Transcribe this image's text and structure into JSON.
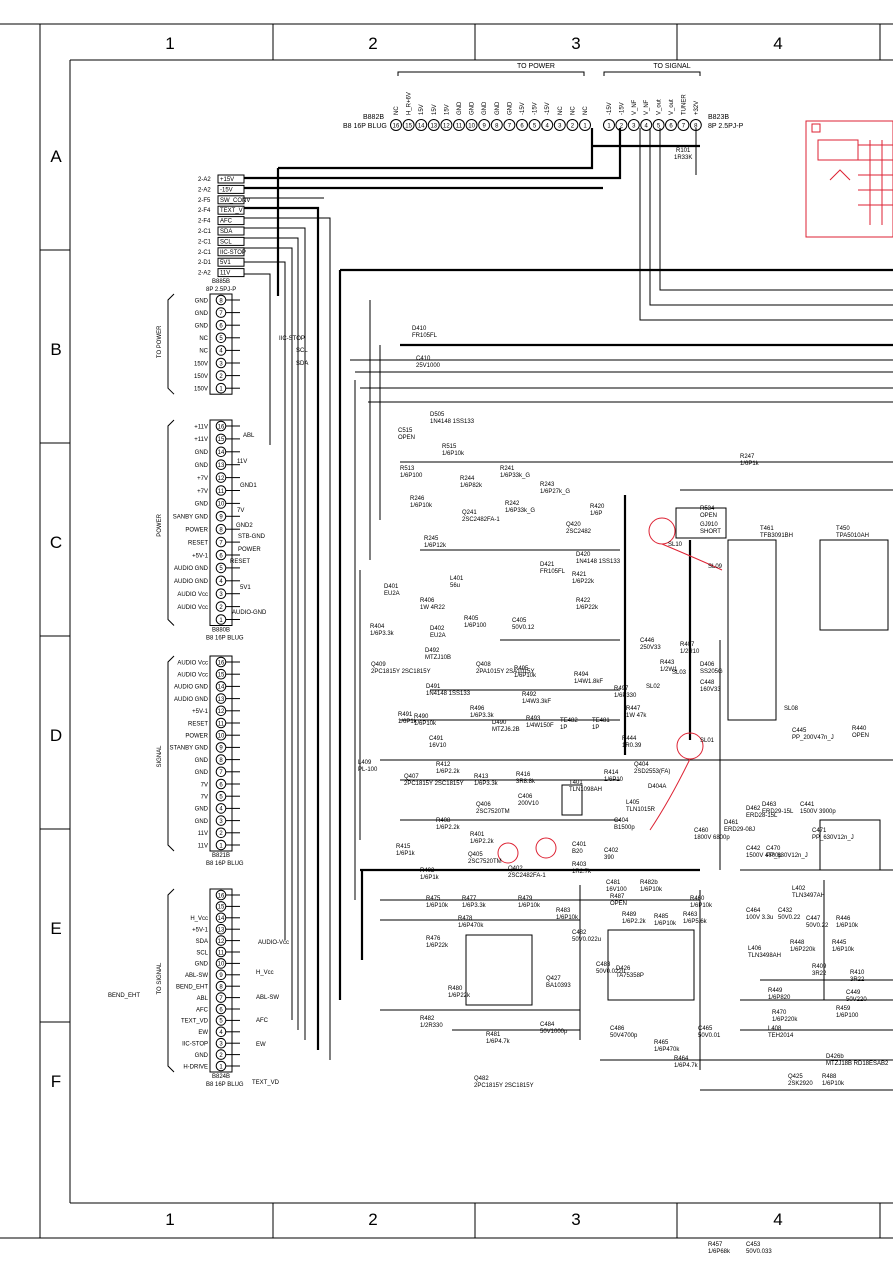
{
  "sheet": {
    "cols": [
      "1",
      "2",
      "3",
      "4"
    ],
    "rows": [
      "A",
      "B",
      "C",
      "D",
      "E",
      "F"
    ],
    "side_label": "BEND_EHT"
  },
  "top": {
    "to_power": "TO POWER",
    "to_signal": "TO SIGNAL",
    "b882b_name": "B882B",
    "b882b_type": "B8 16P BLUG",
    "b823b_name": "B823B",
    "b823b_type": "8P 2.5PJ-P",
    "b882b_pins": [
      "16",
      "15",
      "14",
      "13",
      "12",
      "11",
      "10",
      "9",
      "8",
      "7",
      "6",
      "5",
      "4",
      "3",
      "2",
      "1"
    ],
    "b882b_sigs": [
      "NC",
      "H_R+6V",
      "15V",
      "15V",
      "15V",
      "GND",
      "GND",
      "GND",
      "GND",
      "GND",
      "-15V",
      "-15V",
      "-15V",
      "NC",
      "NC",
      "NC"
    ],
    "b823b_pins": [
      "1",
      "2",
      "3",
      "4",
      "5",
      "6",
      "7",
      "8"
    ],
    "b823b_sigs": [
      "-15V",
      "-15V",
      "V_NF",
      "V_NF",
      "V_out",
      "V_out",
      "TUNER",
      "+32V"
    ],
    "r101": "R101",
    "r101_val": "1R33K"
  },
  "left_bus": [
    {
      "ref": "2-A2",
      "sig": "+15V"
    },
    {
      "ref": "2-A2",
      "sig": "-15V"
    },
    {
      "ref": "2-F5",
      "sig": "SW_CONV"
    },
    {
      "ref": "2-F4",
      "sig": "TEXT_V"
    },
    {
      "ref": "2-F4",
      "sig": "AFC"
    },
    {
      "ref": "2-C1",
      "sig": "SDA"
    },
    {
      "ref": "2-C1",
      "sig": "SCL"
    },
    {
      "ref": "2-C1",
      "sig": "IIC-STOP"
    },
    {
      "ref": "2-D1",
      "sig": "5V1"
    },
    {
      "ref": "2-A2",
      "sig": "11V"
    }
  ],
  "connectors": [
    {
      "name": "B885B",
      "type": "8P 2.5PJ-P",
      "side": "TO POWER",
      "pins": [
        {
          "n": "8",
          "s": "GND"
        },
        {
          "n": "7",
          "s": "GND"
        },
        {
          "n": "6",
          "s": "GND"
        },
        {
          "n": "5",
          "s": "NC"
        },
        {
          "n": "4",
          "s": "NC"
        },
        {
          "n": "3",
          "s": "150V"
        },
        {
          "n": "2",
          "s": "150V"
        },
        {
          "n": "1",
          "s": "150V"
        }
      ]
    },
    {
      "name": "B880B",
      "type": "B8 16P BLUG",
      "side": "POWER",
      "pins": [
        {
          "n": "16",
          "s": "+11V"
        },
        {
          "n": "15",
          "s": "+11V"
        },
        {
          "n": "14",
          "s": "GND"
        },
        {
          "n": "13",
          "s": "GND"
        },
        {
          "n": "12",
          "s": "+7V"
        },
        {
          "n": "11",
          "s": "+7V"
        },
        {
          "n": "10",
          "s": "GND"
        },
        {
          "n": "9",
          "s": "SANBY GND"
        },
        {
          "n": "8",
          "s": "POWER"
        },
        {
          "n": "7",
          "s": "RESET"
        },
        {
          "n": "6",
          "s": "+5V-1"
        },
        {
          "n": "5",
          "s": "AUDIO GND"
        },
        {
          "n": "4",
          "s": "AUDIO GND"
        },
        {
          "n": "3",
          "s": "AUDIO Vcc"
        },
        {
          "n": "2",
          "s": "AUDIO Vcc"
        },
        {
          "n": "1",
          "s": ""
        }
      ]
    },
    {
      "name": "B821B",
      "type": "B8 16P BLUG",
      "side": "SIGNAL",
      "pins": [
        {
          "n": "16",
          "s": "AUDIO Vcc"
        },
        {
          "n": "15",
          "s": "AUDIO Vcc"
        },
        {
          "n": "14",
          "s": "AUDIO GND"
        },
        {
          "n": "13",
          "s": "AUDIO GND"
        },
        {
          "n": "12",
          "s": "+5V-1"
        },
        {
          "n": "11",
          "s": "RESET"
        },
        {
          "n": "10",
          "s": "POWER"
        },
        {
          "n": "9",
          "s": "STANBY GND"
        },
        {
          "n": "8",
          "s": "GND"
        },
        {
          "n": "7",
          "s": "GND"
        },
        {
          "n": "6",
          "s": "7V"
        },
        {
          "n": "5",
          "s": "7V"
        },
        {
          "n": "4",
          "s": "GND"
        },
        {
          "n": "3",
          "s": "GND"
        },
        {
          "n": "2",
          "s": "11V"
        },
        {
          "n": "1",
          "s": "11V"
        }
      ]
    },
    {
      "name": "B824B",
      "type": "B8 16P BLUG",
      "side": "TO SIGNAL",
      "pins": [
        {
          "n": "16",
          "s": ""
        },
        {
          "n": "15",
          "s": ""
        },
        {
          "n": "14",
          "s": "H_Vcc"
        },
        {
          "n": "13",
          "s": "+5V-1"
        },
        {
          "n": "12",
          "s": "SDA"
        },
        {
          "n": "11",
          "s": "SCL"
        },
        {
          "n": "10",
          "s": "GND"
        },
        {
          "n": "9",
          "s": "ABL-SW"
        },
        {
          "n": "8",
          "s": "BEND_EHT"
        },
        {
          "n": "7",
          "s": "ABL"
        },
        {
          "n": "6",
          "s": "AFC"
        },
        {
          "n": "5",
          "s": "TEXT_VD"
        },
        {
          "n": "4",
          "s": "EW"
        },
        {
          "n": "3",
          "s": "IIC-STOP"
        },
        {
          "n": "2",
          "s": "GND"
        },
        {
          "n": "1",
          "s": "H-DRIVE"
        }
      ]
    }
  ],
  "nets": [
    "IIC-STOP",
    "SCL",
    "SDA",
    "ABL",
    "11V",
    "GND1",
    "7V",
    "GND2",
    "STB-GND",
    "POWER",
    "RESET",
    "5V1",
    "AUDIO-GND",
    "AUDIO-Vcc",
    "H_Vcc",
    "ABL-SW",
    "AFC",
    "EW",
    "TEXT_VD"
  ],
  "components": [
    {
      "ref": "D410",
      "val": "FR105FL"
    },
    {
      "ref": "C410",
      "val": "25V1000"
    },
    {
      "ref": "D505",
      "val": "1N4148 1SS133"
    },
    {
      "ref": "C515",
      "val": "OPEN"
    },
    {
      "ref": "R515",
      "val": "1/6P10k"
    },
    {
      "ref": "R513",
      "val": "1/6P100"
    },
    {
      "ref": "R241",
      "val": "1/6P33k_G"
    },
    {
      "ref": "R244",
      "val": "1/6P82k"
    },
    {
      "ref": "R243",
      "val": "1/6P27k_G"
    },
    {
      "ref": "R242",
      "val": "1/6P33k_G"
    },
    {
      "ref": "R246",
      "val": "1/6P10k"
    },
    {
      "ref": "Q241",
      "val": "2SC2482FA-1"
    },
    {
      "ref": "R245",
      "val": "1/6P12k"
    },
    {
      "ref": "Q420",
      "val": "2SC2482"
    },
    {
      "ref": "D420",
      "val": "1N4148 1SS133"
    },
    {
      "ref": "D421",
      "val": "FR105FL"
    },
    {
      "ref": "R421",
      "val": "1/6P22k"
    },
    {
      "ref": "R422",
      "val": "1/6P22k"
    },
    {
      "ref": "R420",
      "val": "1/6P"
    },
    {
      "ref": "R247",
      "val": "1/6P1k"
    },
    {
      "ref": "R534",
      "val": "OPEN"
    },
    {
      "ref": "GJ910",
      "val": "SHORT"
    },
    {
      "ref": "T461",
      "val": "TFB3091BH"
    },
    {
      "ref": "T450",
      "val": "TPA5010AH"
    },
    {
      "ref": "SL10",
      "val": ""
    },
    {
      "ref": "SL09",
      "val": ""
    },
    {
      "ref": "D401",
      "val": "EU2A"
    },
    {
      "ref": "R406",
      "val": "1W 4R22"
    },
    {
      "ref": "L401",
      "val": "56u"
    },
    {
      "ref": "D402",
      "val": "EU2A"
    },
    {
      "ref": "R404",
      "val": "1/6P3.3k"
    },
    {
      "ref": "R405",
      "val": "1/6P100"
    },
    {
      "ref": "C405",
      "val": "50V0.12"
    },
    {
      "ref": "R407",
      "val": "1/2R10"
    },
    {
      "ref": "C446",
      "val": "250V33"
    },
    {
      "ref": "R443",
      "val": "1/2W1"
    },
    {
      "ref": "D406",
      "val": "SS205G"
    },
    {
      "ref": "SL03",
      "val": ""
    },
    {
      "ref": "C448",
      "val": "160V33"
    },
    {
      "ref": "SL02",
      "val": ""
    },
    {
      "ref": "R447",
      "val": "1W 47k"
    },
    {
      "ref": "R444",
      "val": "1R0.39"
    },
    {
      "ref": "SL08",
      "val": ""
    },
    {
      "ref": "C445",
      "val": "PP_200V47n_J"
    },
    {
      "ref": "R440",
      "val": "OPEN"
    },
    {
      "ref": "SL01",
      "val": ""
    },
    {
      "ref": "D492",
      "val": "MTZJ10B"
    },
    {
      "ref": "Q409",
      "val": "2PC1815Y 2SC1815Y"
    },
    {
      "ref": "Q408",
      "val": "2PA1015Y 2SA1015Y"
    },
    {
      "ref": "R495",
      "val": "1/6P10k"
    },
    {
      "ref": "R494",
      "val": "1/4W1.8kF"
    },
    {
      "ref": "R497",
      "val": "1/6P330"
    },
    {
      "ref": "D491",
      "val": "1N4148 1SS133"
    },
    {
      "ref": "R491",
      "val": "1/6P1k"
    },
    {
      "ref": "R490",
      "val": "1/6P10k"
    },
    {
      "ref": "C491",
      "val": "16V10"
    },
    {
      "ref": "R496",
      "val": "1/6P3.3k"
    },
    {
      "ref": "R492",
      "val": "1/4W3.3kF"
    },
    {
      "ref": "R493",
      "val": "1/4W150F"
    },
    {
      "ref": "D490",
      "val": "MTZJ6.2B"
    },
    {
      "ref": "TE482",
      "val": "1P"
    },
    {
      "ref": "TE481",
      "val": "1P"
    },
    {
      "ref": "L409",
      "val": "PL-100"
    },
    {
      "ref": "R412",
      "val": "1/6P2.2k"
    },
    {
      "ref": "R413",
      "val": "1/6P3.3k"
    },
    {
      "ref": "R416",
      "val": "3R8.8k"
    },
    {
      "ref": "C406",
      "val": "200V10"
    },
    {
      "ref": "R414",
      "val": "1/6P10"
    },
    {
      "ref": "T401",
      "val": "TLN1098AH"
    },
    {
      "ref": "Q404",
      "val": "2SD2553(FA)"
    },
    {
      "ref": "D404A",
      "val": ""
    },
    {
      "ref": "L405",
      "val": "TLN1015R"
    },
    {
      "ref": "C404",
      "val": "B1500p"
    },
    {
      "ref": "Q407",
      "val": "2PC1815Y 2SC1815Y"
    },
    {
      "ref": "Q406",
      "val": "2SC7520TM"
    },
    {
      "ref": "R408",
      "val": "1/6P2.2k"
    },
    {
      "ref": "R401",
      "val": "1/6P2.2k"
    },
    {
      "ref": "R415",
      "val": "1/6P1k"
    },
    {
      "ref": "Q405",
      "val": "2SC7520TM"
    },
    {
      "ref": "Q402",
      "val": "2SC2482FA-1"
    },
    {
      "ref": "C401",
      "val": "B20"
    },
    {
      "ref": "R403",
      "val": "1R2.7k"
    },
    {
      "ref": "C402",
      "val": "390"
    },
    {
      "ref": "R402",
      "val": "1/6P1k"
    },
    {
      "ref": "R475",
      "val": "1/6P10k"
    },
    {
      "ref": "R477",
      "val": "1/6P3.3k"
    },
    {
      "ref": "R479",
      "val": "1/6P10k"
    },
    {
      "ref": "R476",
      "val": "1/6P22k"
    },
    {
      "ref": "R478",
      "val": "1/6P470k"
    },
    {
      "ref": "R483",
      "val": "1/6P10k"
    },
    {
      "ref": "C482",
      "val": "50V0.022u"
    },
    {
      "ref": "Q427",
      "val": "BA10393"
    },
    {
      "ref": "R480",
      "val": "1/6P22k"
    },
    {
      "ref": "R482",
      "val": "1/2R330"
    },
    {
      "ref": "R481",
      "val": "1/6P4.7k"
    },
    {
      "ref": "C484",
      "val": "50V1000p"
    },
    {
      "ref": "Q482",
      "val": "2PC1815Y 2SC1815Y"
    },
    {
      "ref": "C481",
      "val": "16V100"
    },
    {
      "ref": "R482b",
      "val": "1/6P10k"
    },
    {
      "ref": "R487",
      "val": "OPEN"
    },
    {
      "ref": "R489",
      "val": "1/6P2.2k"
    },
    {
      "ref": "R485",
      "val": "1/6P10k"
    },
    {
      "ref": "R463",
      "val": "1/6P5.6k"
    },
    {
      "ref": "C483",
      "val": "50V0.022u"
    },
    {
      "ref": "D426",
      "val": "TA75358P"
    },
    {
      "ref": "C486",
      "val": "50V4700p"
    },
    {
      "ref": "R465",
      "val": "1/6P470k"
    },
    {
      "ref": "C465",
      "val": "50V0.01"
    },
    {
      "ref": "R464",
      "val": "1/6P4.7k"
    },
    {
      "ref": "R460",
      "val": "1/6P10k"
    },
    {
      "ref": "C460",
      "val": "1800V 6800p"
    },
    {
      "ref": "D461",
      "val": "ERD29-08J"
    },
    {
      "ref": "D462",
      "val": "ERD28-15L"
    },
    {
      "ref": "D463",
      "val": "ERD29-15L"
    },
    {
      "ref": "C441",
      "val": "1500V 3900p"
    },
    {
      "ref": "C442",
      "val": "1500V 4700p"
    },
    {
      "ref": "C470",
      "val": "PP_630V12n_J"
    },
    {
      "ref": "C471",
      "val": "PP_630V12n_J"
    },
    {
      "ref": "L402",
      "val": "TLN3497AH"
    },
    {
      "ref": "C464",
      "val": "100V 3.3u"
    },
    {
      "ref": "C432",
      "val": "50V0.22"
    },
    {
      "ref": "C447",
      "val": "50V0.22"
    },
    {
      "ref": "R446",
      "val": "1/6P10k"
    },
    {
      "ref": "L406",
      "val": "TLN3498AH"
    },
    {
      "ref": "R448",
      "val": "1/6P220k"
    },
    {
      "ref": "R445",
      "val": "1/6P10k"
    },
    {
      "ref": "R409",
      "val": "3R22"
    },
    {
      "ref": "R410",
      "val": "3R22"
    },
    {
      "ref": "R449",
      "val": "1/6P820"
    },
    {
      "ref": "C449",
      "val": "50V220"
    },
    {
      "ref": "R470",
      "val": "1/6P220k"
    },
    {
      "ref": "L408",
      "val": "TEH2014"
    },
    {
      "ref": "R459",
      "val": "1/6P100"
    },
    {
      "ref": "D426b",
      "val": "MTZJ18B RD18ESAB2"
    },
    {
      "ref": "Q425",
      "val": "2SK2920"
    },
    {
      "ref": "R488",
      "val": "1/6P10k"
    },
    {
      "ref": "R457",
      "val": "1/6P68k"
    },
    {
      "ref": "C453",
      "val": "50V0.033"
    }
  ]
}
